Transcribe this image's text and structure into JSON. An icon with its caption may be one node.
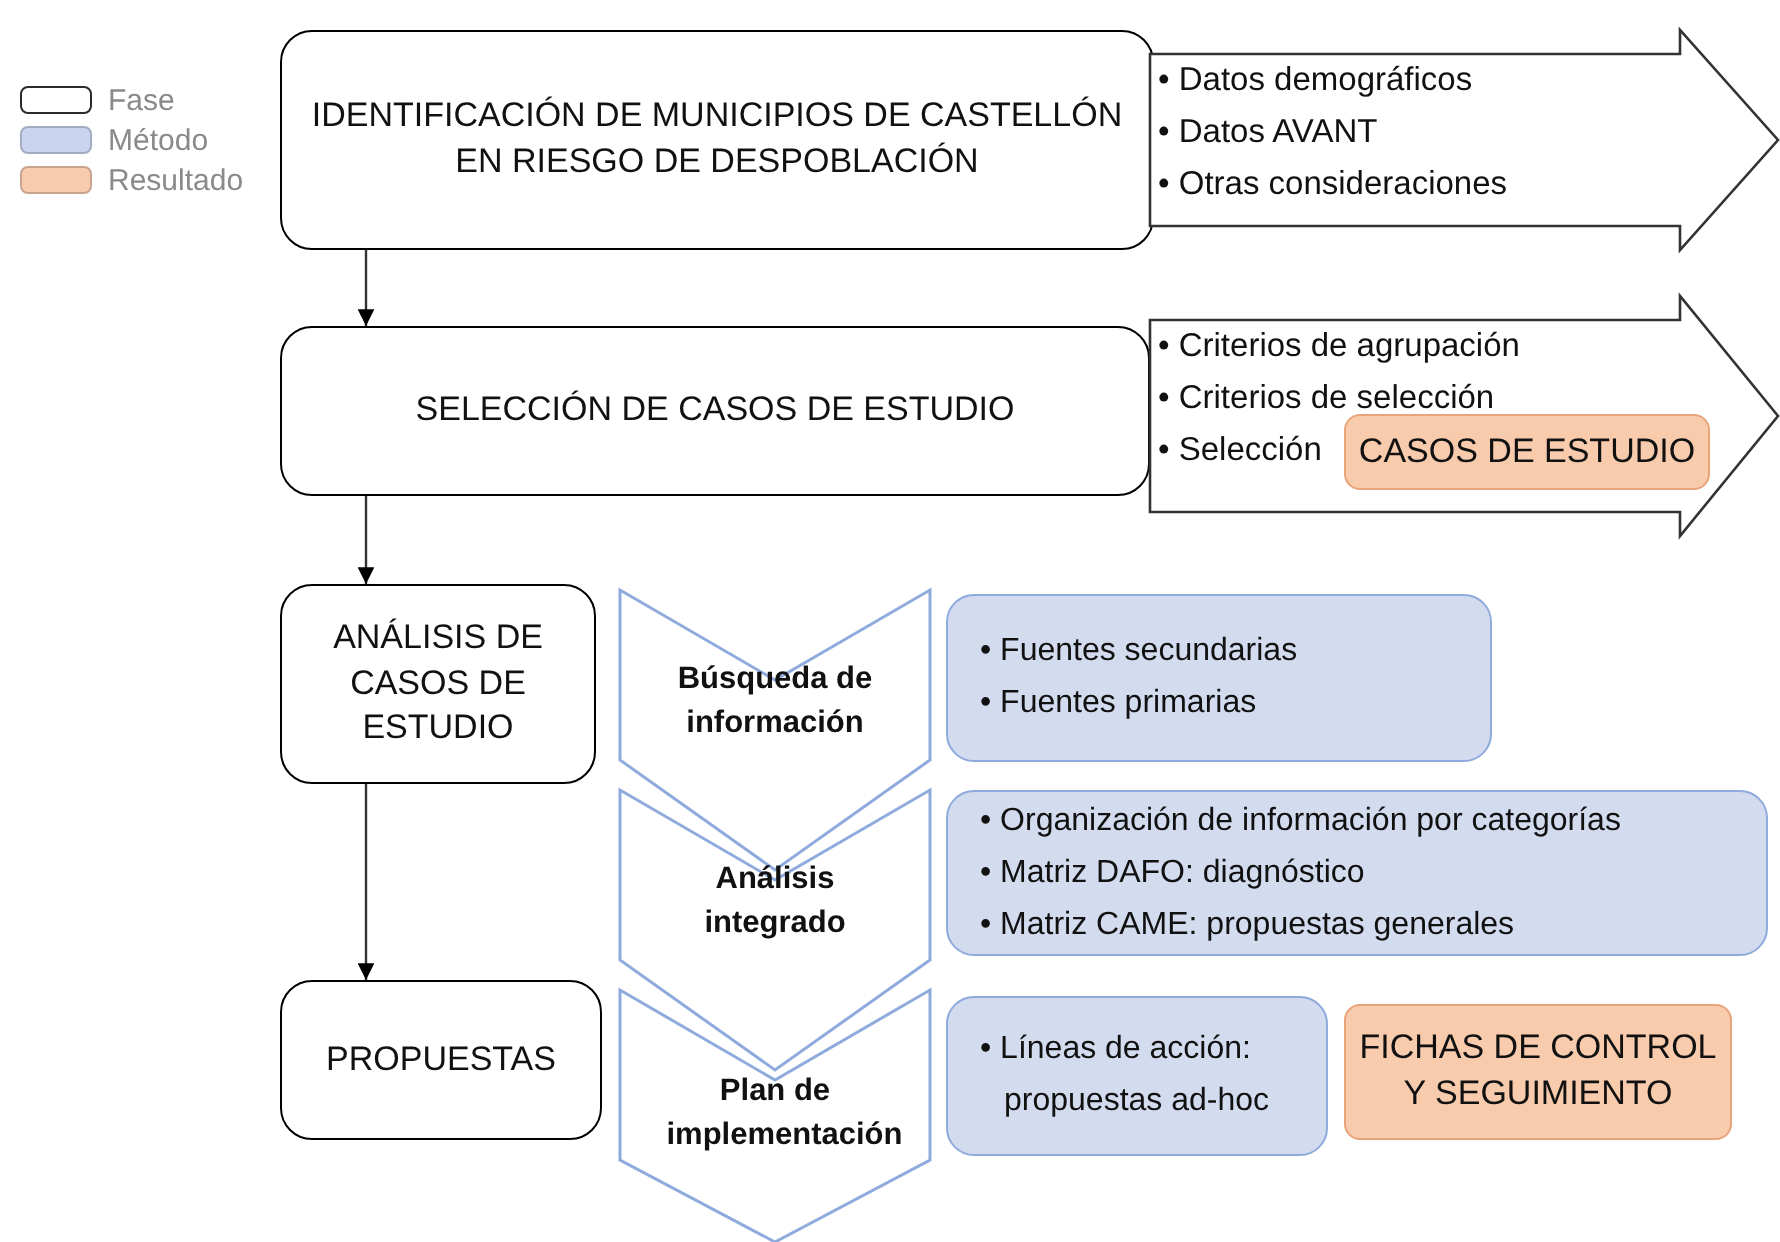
{
  "diagram": {
    "nodes": [
      {
        "text": [
          "IDENTIFICACIÓN DE MUNICIPIOS DE CASTELLÓN EN RIESGO DE DESPOBLACIÓN"
        ]
      },
      {
        "text": [
          "• Datos demográficos",
          "• Datos AVANT",
          "• Otras consideraciones"
        ]
      },
      {
        "text": [
          "SELECCIÓN DE CASOS DE ESTUDIO"
        ]
      },
      {
        "text": [
          "• Criterios de agrupación",
          "• Criterios de selección",
          "• Selección"
        ]
      },
      {
        "text": [
          "CASOS DE ESTUDIO"
        ],
        "in": 3
      },
      {
        "text": [
          "ANÁLISIS DE CASOS DE ESTUDIO"
        ]
      },
      {
        "text": [
          "Búsqueda de información"
        ]
      },
      {
        "text": [
          "• Fuentes secundarias",
          "• Fuentes primarias"
        ]
      },
      {
        "text": [
          "Análisis integrado"
        ]
      },
      {
        "text": [
          "• Organización de información por categorías",
          "• Matriz DAFO: diagnóstico",
          "• Matriz CAME: propuestas generales"
        ]
      },
      {
        "text": [
          "PROPUESTAS"
        ]
      },
      {
        "text": [
          "Plan de implementación"
        ]
      },
      {
        "text": [
          "• Líneas de acción: propuestas ad-hoc"
        ]
      },
      {
        "text": [
          "FICHAS DE CONTROL Y SEGUIMIENTO"
        ]
      }
    ],
    "edges": [
      {
        "from": 0,
        "to": 2,
        "arrow": "to"
      },
      {
        "from": 2,
        "to": 5,
        "arrow": "to"
      },
      {
        "from": 5,
        "to": 10,
        "arrow": "to"
      }
    ],
    "legend": [
      {
        "text": "Fase",
        "color": "#ffffff"
      },
      {
        "text": "Método",
        "color": "#c9d4ee"
      },
      {
        "text": "Resultado",
        "color": "#f8cbad"
      }
    ]
  }
}
